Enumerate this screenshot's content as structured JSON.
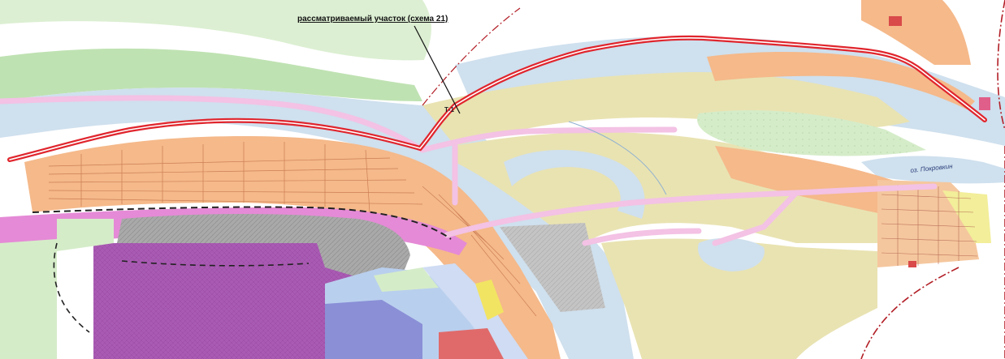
{
  "map": {
    "callout_label": "рассматриваемый участок (схема 21)",
    "zone_label": "Т-1",
    "lake_label": "оз. Покровкин"
  },
  "colors": {
    "water": "#cfe0ee",
    "river_light": "#e1ecf4",
    "greenery": "#d5ecc9",
    "greenery_dark": "#bfe2b2",
    "agricultural": "#e9e3b2",
    "residential": "#f5b98a",
    "industrial": "#a7a7a7",
    "special_zone": "#a95bb3",
    "public_blue": "#b9cfee",
    "road_pink": "#f3c2e4",
    "red_line": "#e0252d",
    "boundary": "#b21e26",
    "magenta_band": "#e58ad6"
  }
}
